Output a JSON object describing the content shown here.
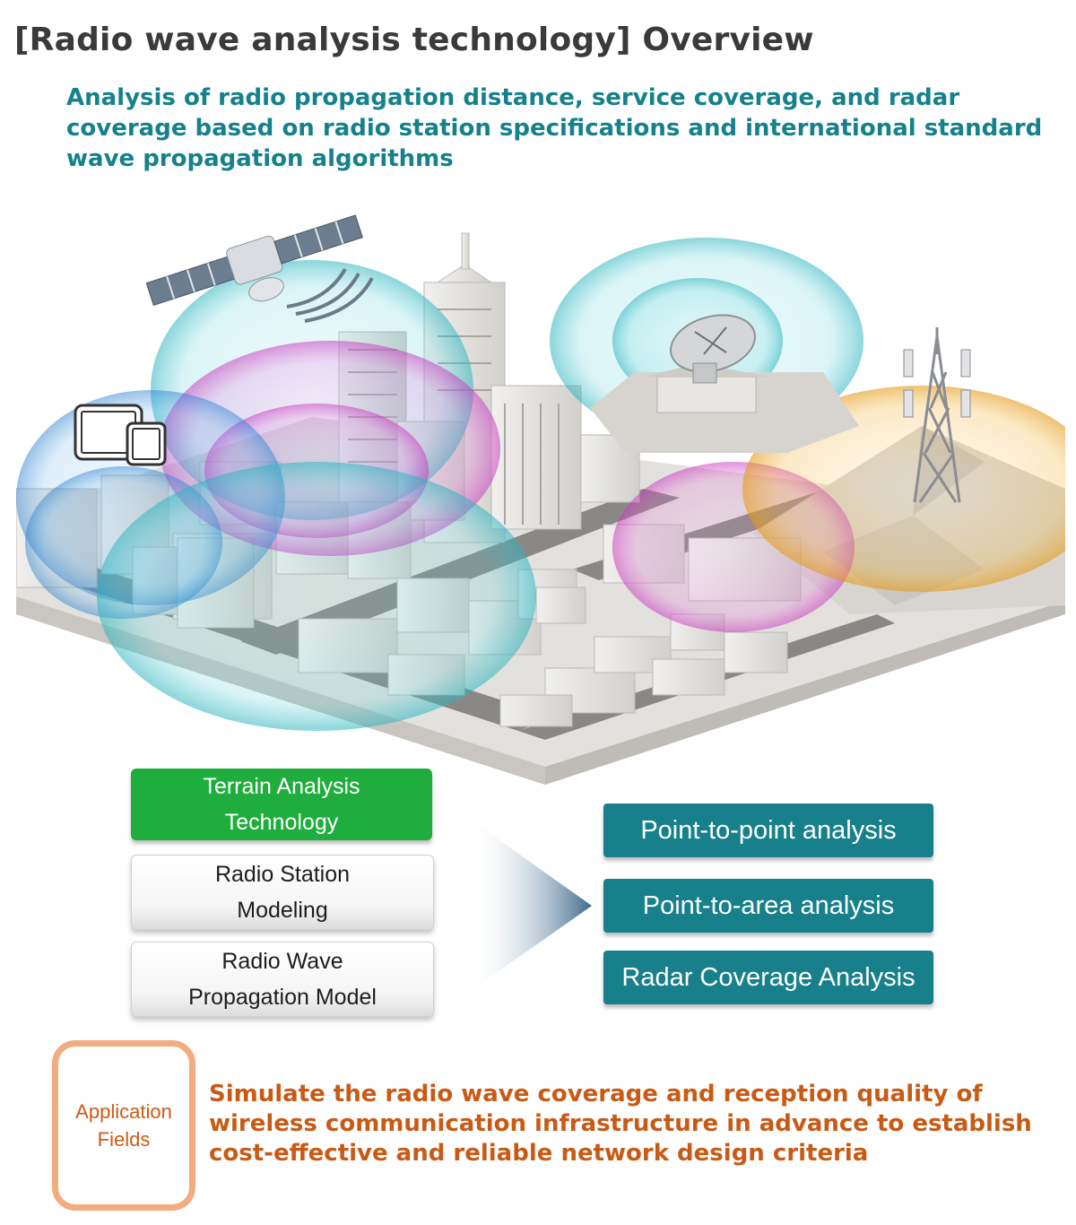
{
  "header": {
    "title": "[Radio wave analysis technology] Overview",
    "subtitle": "Analysis of radio propagation distance, service coverage, and radar coverage based on radio station specifications and international standard wave propagation algorithms"
  },
  "illustration": {
    "icons": [
      "satellite-icon",
      "tablet-icon",
      "smartphone-icon",
      "radar-dish-icon",
      "cell-tower-icon"
    ],
    "coverage_colors": {
      "cyan": "#58cfd6",
      "magenta": "#e06ad8",
      "blue": "#5aa9e6",
      "amber": "#f3b640"
    }
  },
  "inputs": [
    {
      "label": "Terrain Analysis Technology",
      "style": "green"
    },
    {
      "label": "Radio Station Modeling",
      "style": "white"
    },
    {
      "label": "Radio Wave Propagation Model",
      "style": "white"
    }
  ],
  "outputs": [
    {
      "label": "Point-to-point analysis"
    },
    {
      "label": "Point-to-area analysis"
    },
    {
      "label": "Radar Coverage Analysis"
    }
  ],
  "application": {
    "label": "Application Fields",
    "text": "Simulate the radio wave coverage and reception quality of wireless communication infrastructure in advance to establish cost-effective and reliable network design criteria"
  },
  "colors": {
    "title": "#3a3a3a",
    "subtitle": "#14818c",
    "green_box": "#1fae3e",
    "teal_box": "#17808b",
    "application_border": "#f2ac7f",
    "application_text": "#c95a15"
  }
}
